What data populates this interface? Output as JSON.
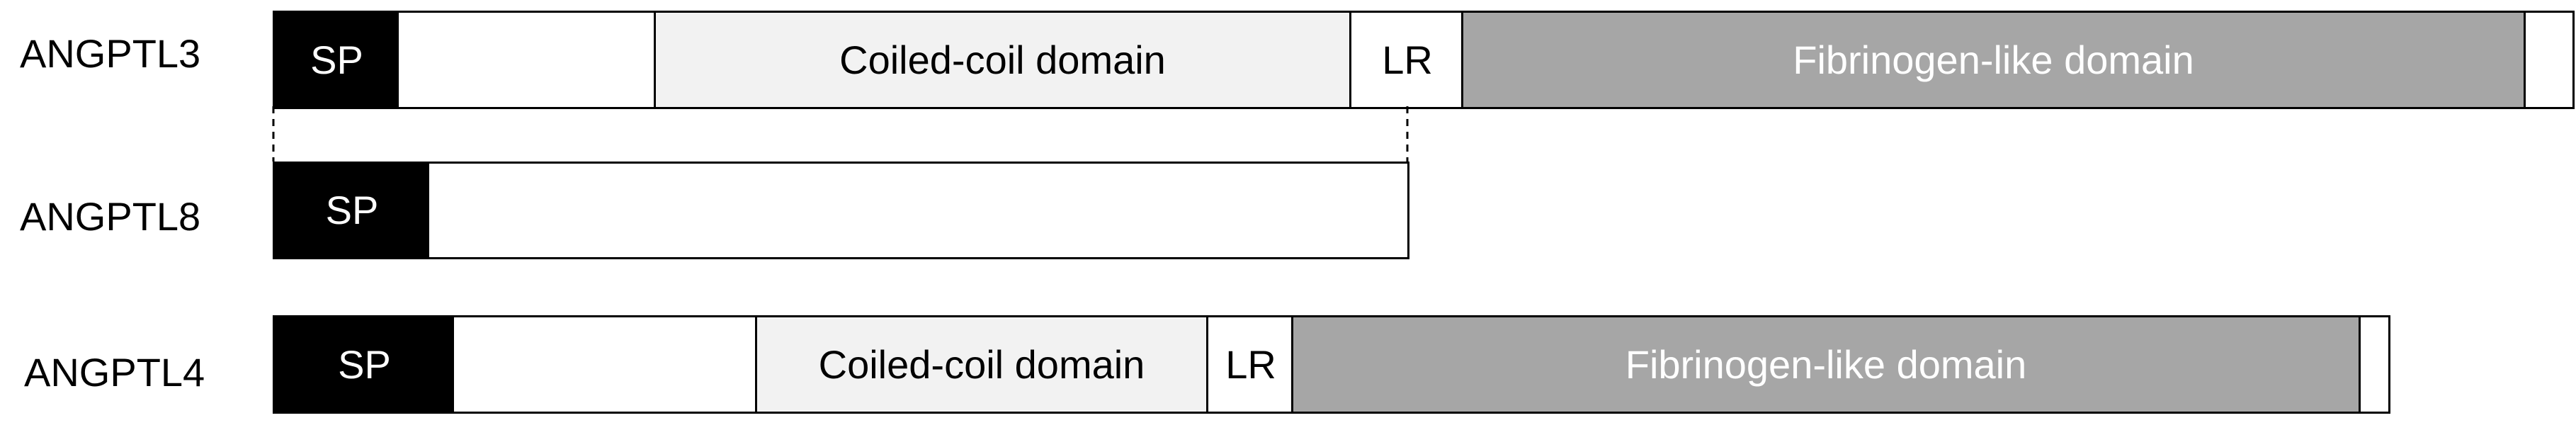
{
  "proteins": [
    {
      "name": "ANGPTL3",
      "domains": {
        "sp": "SP",
        "coiled_coil": "Coiled-coil domain",
        "linker": "LR",
        "fibrinogen": "Fibrinogen-like domain"
      }
    },
    {
      "name": "ANGPTL8",
      "domains": {
        "sp": "SP"
      }
    },
    {
      "name": "ANGPTL4",
      "domains": {
        "sp": "SP",
        "coiled_coil": "Coiled-coil domain",
        "linker": "LR",
        "fibrinogen": "Fibrinogen-like domain"
      }
    }
  ],
  "colors": {
    "signal_peptide": "#000000",
    "coiled_coil": "#f2f2f2",
    "fibrinogen": "#a6a6a6",
    "outline": "#000000"
  }
}
